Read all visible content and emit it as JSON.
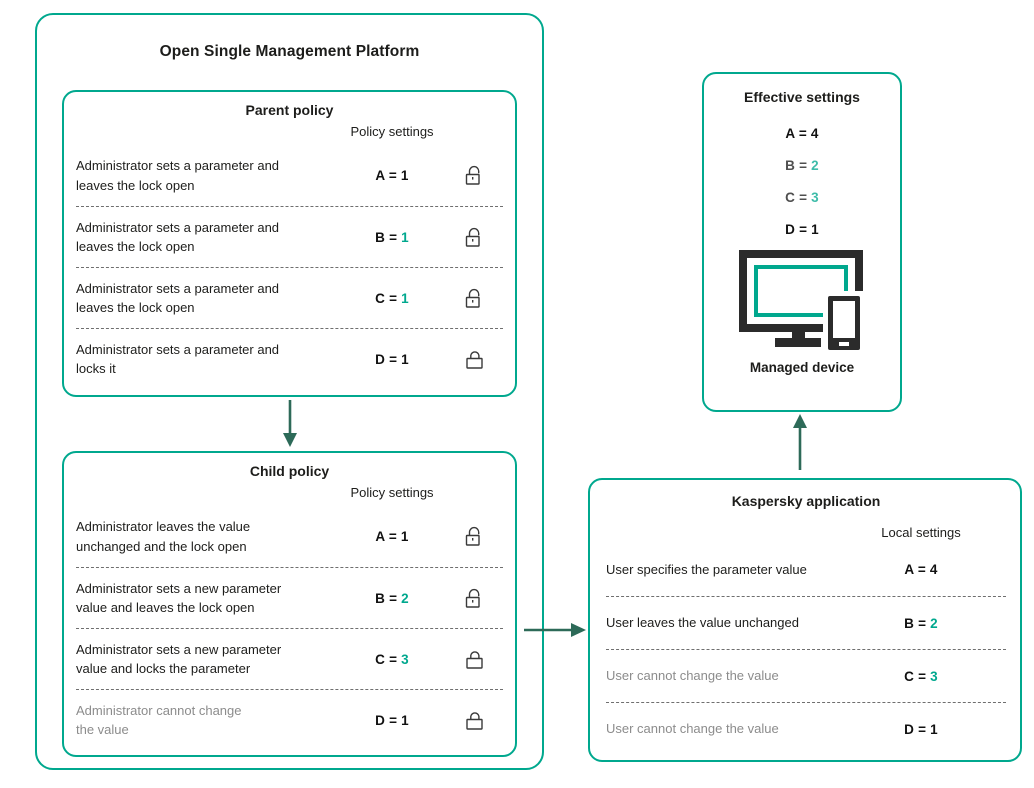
{
  "colors": {
    "accent_teal": "#00A88E",
    "value_teal": "#00A88E",
    "effective_value_teal": "#3EBCA9",
    "arrow_dark_teal": "#2D6A58",
    "text_dark": "#1D1D1B",
    "text_gray": "#8C8C8C",
    "device_dark": "#2B2B2B"
  },
  "icons": {
    "open_lock": "open-lock-icon",
    "closed_lock": "closed-lock-icon",
    "managed_device": "monitor-and-phone-icon",
    "arrow_down": "arrow-down-icon",
    "arrow_right": "arrow-right-icon",
    "arrow_up": "arrow-up-icon"
  },
  "osmp": {
    "title": "Open Single Management Platform"
  },
  "parent_policy": {
    "title": "Parent policy",
    "settings_header": "Policy settings",
    "rows": [
      {
        "desc": "Administrator sets a parameter and\nleaves the lock open",
        "param": "A =",
        "value": "1",
        "lock": "open"
      },
      {
        "desc": "Administrator sets a parameter and\nleaves the lock open",
        "param": "B =",
        "value": "1",
        "lock": "open"
      },
      {
        "desc": "Administrator sets a parameter and\nleaves the lock open",
        "param": "C =",
        "value": "1",
        "lock": "open"
      },
      {
        "desc": "Administrator sets a parameter and\nlocks it",
        "param": "D =",
        "value": "1",
        "lock": "closed"
      }
    ]
  },
  "child_policy": {
    "title": "Child policy",
    "settings_header": "Policy settings",
    "rows": [
      {
        "desc": "Administrator leaves the value\nunchanged  and the lock open",
        "param": "A =",
        "value": "1",
        "lock": "open"
      },
      {
        "desc": "Administrator sets a new parameter\nvalue and leaves the lock open",
        "param": "B =",
        "value": "2",
        "lock": "open"
      },
      {
        "desc": "Administrator sets a new parameter\n value and locks the parameter",
        "param": "C =",
        "value": "3",
        "lock": "closed"
      },
      {
        "desc": "Administrator cannot change\nthe value",
        "param": "D =",
        "value": "1",
        "lock": "closed"
      }
    ]
  },
  "kaspersky_app": {
    "title": "Kaspersky application",
    "settings_header": "Local settings",
    "rows": [
      {
        "desc": "User specifies the parameter value",
        "param": "A =",
        "value": "4"
      },
      {
        "desc": "User leaves the value unchanged",
        "param": "B =",
        "value": "2"
      },
      {
        "desc": "User cannot change the value",
        "param": "C =",
        "value": "3"
      },
      {
        "desc": "User cannot change the value",
        "param": "D =",
        "value": "1"
      }
    ]
  },
  "effective": {
    "title": "Effective settings",
    "values": [
      {
        "param": "A =",
        "value": "4"
      },
      {
        "param": "B =",
        "value": "2"
      },
      {
        "param": "C =",
        "value": "3"
      },
      {
        "param": "D =",
        "value": "1"
      }
    ],
    "device_label": "Managed device"
  }
}
